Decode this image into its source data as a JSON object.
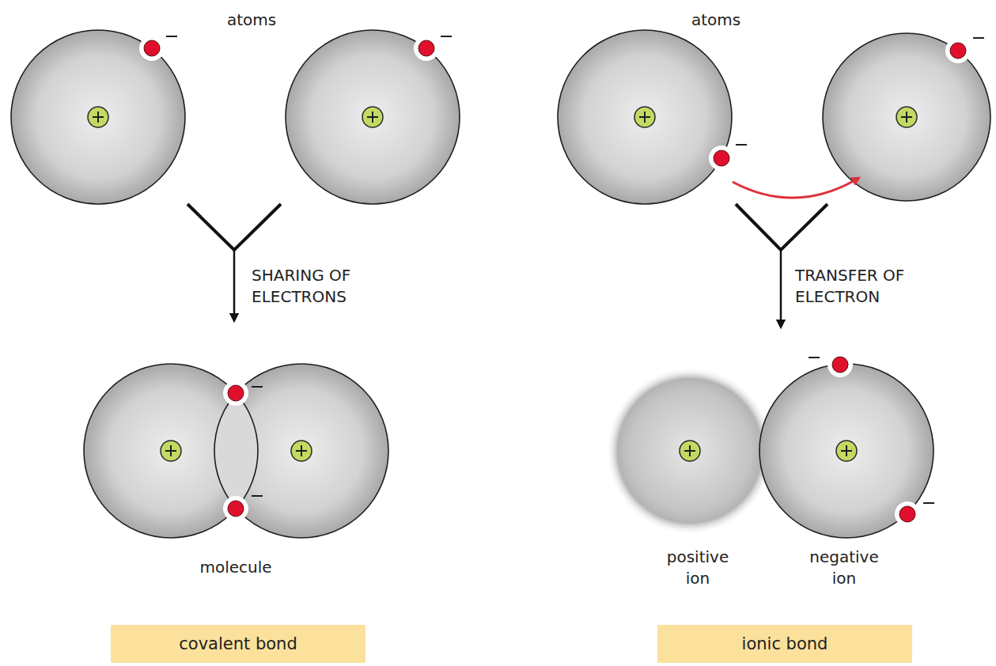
{
  "diagram": {
    "nodes": [
      {
        "text": [
          "covalent bond"
        ]
      },
      {
        "text": [
          "ionic bond"
        ]
      }
    ],
    "labels": [
      "atoms",
      "atoms",
      "SHARING OF ELECTRONS",
      "TRANSFER OF ELECTRON",
      "molecule",
      "positive ion",
      "negative ion"
    ]
  }
}
